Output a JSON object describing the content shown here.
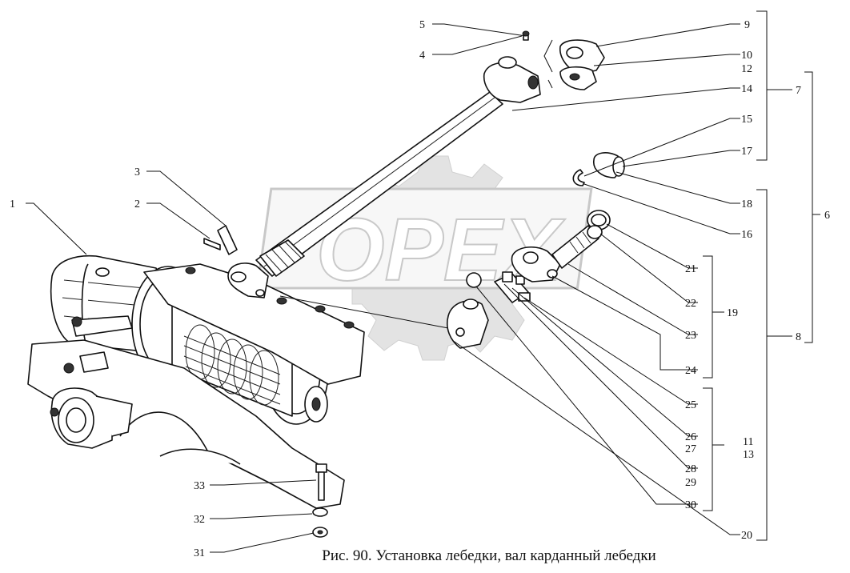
{
  "caption": "Рис. 90. Установка лебедки,  вал карданный лебедки",
  "watermark": "OPEX",
  "labels": {
    "1": "1",
    "2": "2",
    "3": "3",
    "4": "4",
    "5": "5",
    "6": "6",
    "7": "7",
    "8": "8",
    "9": "9",
    "10": "10",
    "11": "11",
    "12": "12",
    "13": "13",
    "14": "14",
    "15": "15",
    "16": "16",
    "17": "17",
    "18": "18",
    "19": "19",
    "20": "20",
    "21": "21",
    "22": "22",
    "23": "23",
    "24": "24",
    "25": "25",
    "26": "26",
    "27": "27",
    "28": "28",
    "29": "29",
    "30": "30",
    "31": "31",
    "32": "32",
    "33": "33"
  }
}
